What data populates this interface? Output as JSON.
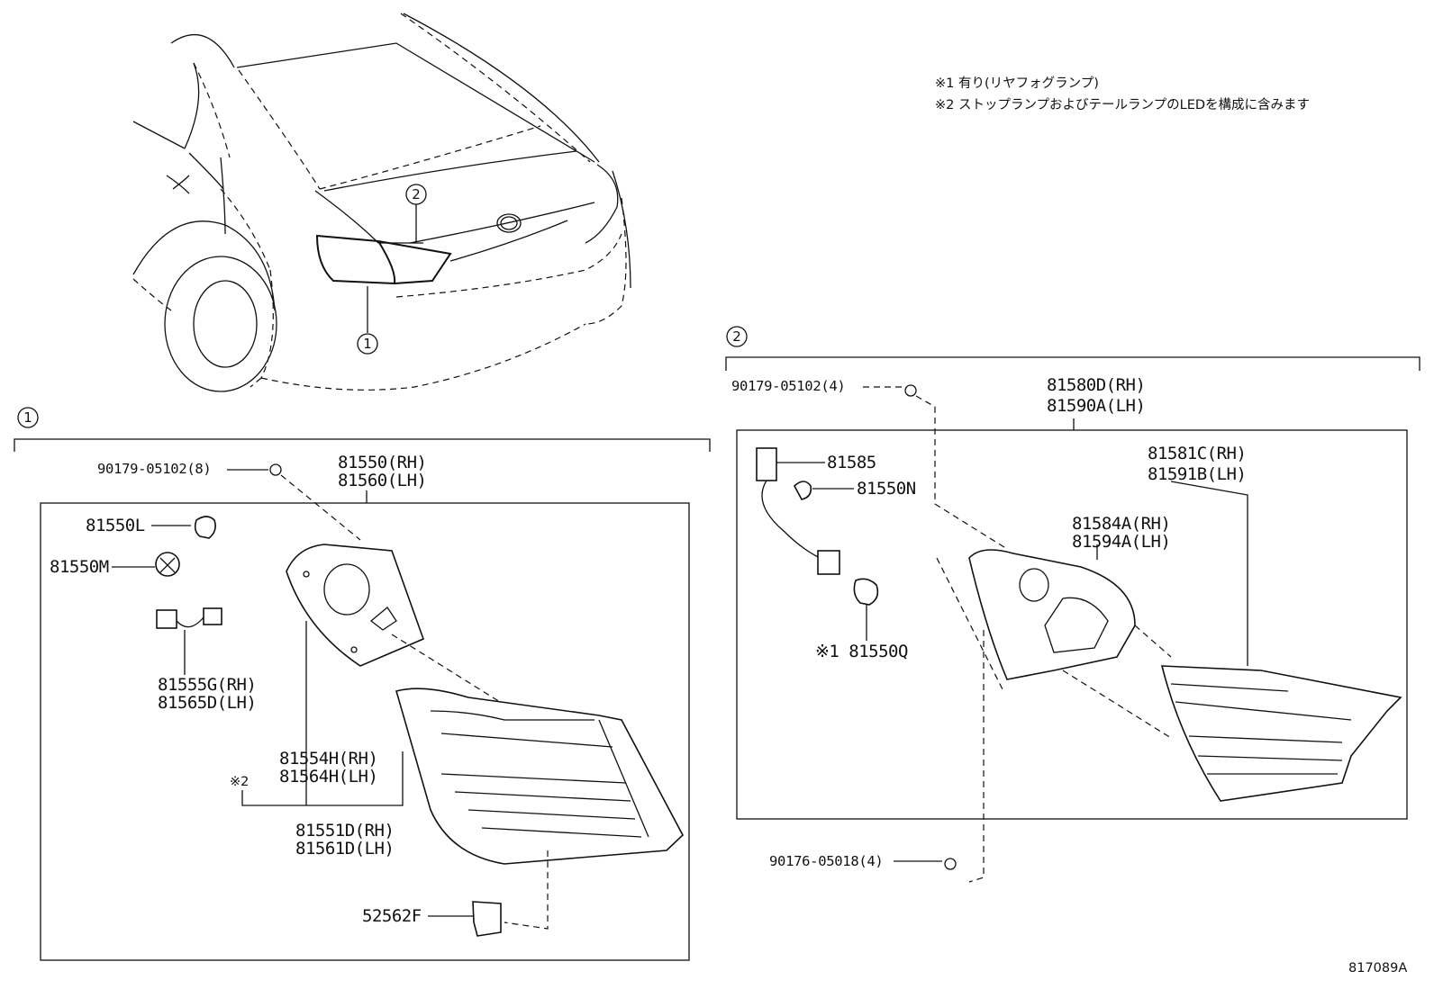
{
  "notes": {
    "note1": "※1 有り(リヤフォグランプ)",
    "note2": "※2 ストップランプおよびテールランプのLEDを構成に含みます"
  },
  "figure_id": "817089A",
  "callouts": {
    "c1": "1",
    "c2": "2"
  },
  "group1": {
    "screw": "90179-05102(8)",
    "assy_rh": "81550(RH)",
    "assy_lh": "81560(LH)",
    "bulb": "81550L",
    "socket": "81550M",
    "wire_rh": "81555G(RH)",
    "wire_lh": "81565D(LH)",
    "gasket_rh": "81554H(RH)",
    "gasket_lh": "81564H(LH)",
    "note_mark": "※2",
    "lens_rh": "81551D(RH)",
    "lens_lh": "81561D(LH)",
    "clip": "52562F"
  },
  "group2": {
    "screw_top": "90179-05102(4)",
    "assy_rh": "81580D(RH)",
    "assy_lh": "81590A(LH)",
    "socket_wire": "81585",
    "bulb_n": "81550N",
    "lens_rh": "81581C(RH)",
    "lens_lh": "81591B(LH)",
    "gasket_rh": "81584A(RH)",
    "gasket_lh": "81594A(LH)",
    "fog_bulb": "※1 81550Q",
    "screw_bottom": "90176-05018(4)"
  }
}
